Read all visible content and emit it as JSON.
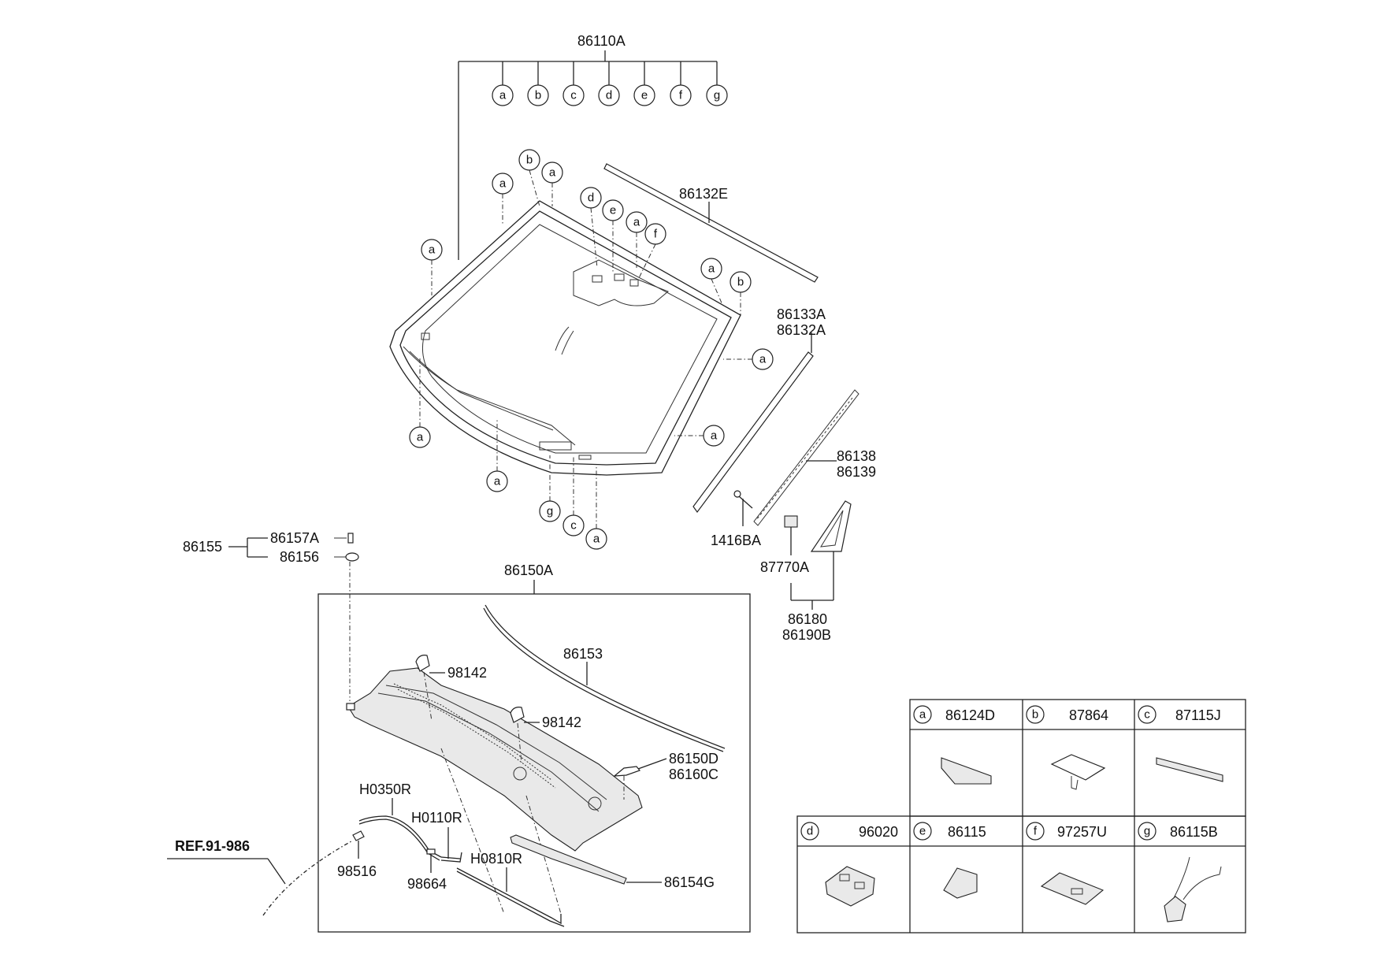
{
  "labels": {
    "main_windshield": "86110A",
    "top_moulding": "86132E",
    "side_moulding": [
      "86133A",
      "86132A"
    ],
    "drip_moulding": [
      "86138",
      "86139"
    ],
    "clip": "1416BA",
    "clip_b": "87770A",
    "delta_garnish": [
      "86180",
      "86190B"
    ],
    "cowl_group": "86155",
    "cowl_clip_a": "86157A",
    "cowl_clip_b": "86156",
    "cowl_assy": "86150A",
    "cowl_seal": "86153",
    "nozzle_1": "98142",
    "nozzle_2": "98142",
    "cowl_side": [
      "86150D",
      "86160C"
    ],
    "hose_1": "H0350R",
    "hose_2": "H0110R",
    "hose_3": "H0810R",
    "check_valve": "98516",
    "connector": "98664",
    "cowl_extension": "86154G",
    "ref": "REF.91-986"
  },
  "callout_letters": [
    "a",
    "b",
    "c",
    "d",
    "e",
    "f",
    "g"
  ],
  "legend": [
    {
      "letter": "a",
      "part": "86124D"
    },
    {
      "letter": "b",
      "part": "87864"
    },
    {
      "letter": "c",
      "part": "87115J"
    },
    {
      "letter": "d",
      "part": "96020"
    },
    {
      "letter": "e",
      "part": "86115"
    },
    {
      "letter": "f",
      "part": "97257U"
    },
    {
      "letter": "g",
      "part": "86115B"
    }
  ]
}
